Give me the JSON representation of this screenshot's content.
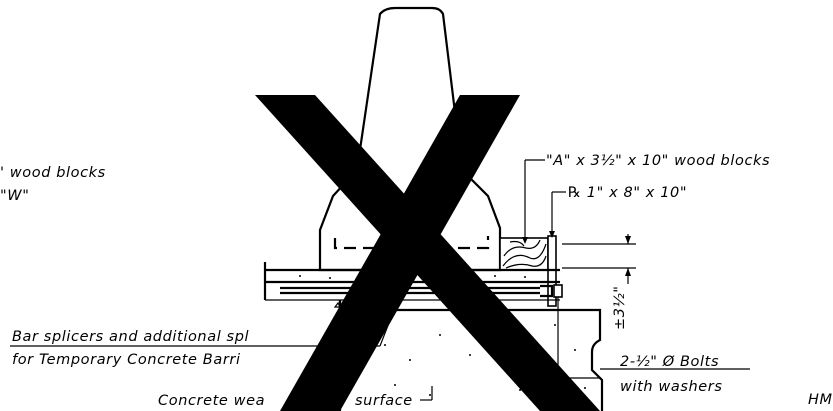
{
  "labels": {
    "wood_blocks_left": "' wood blocks",
    "w_left": "\"W\"",
    "wood_blocks_right": "\"A\" x 3½\" x 10\" wood blocks",
    "plate": "℞ 1\" x 8\" x 10\"",
    "dim_vertical": "±3½\"",
    "bar_splicers_line1": "Bar splicers and additional spl",
    "bar_splicers_line2": "for Temporary Concrete Barri",
    "concrete_surface_left": "Concrete wea",
    "concrete_surface_right": "surface",
    "bolts_line1": "2-½\" Ø Bolts",
    "bolts_line2": "with washers",
    "hm_partial": "HM"
  }
}
